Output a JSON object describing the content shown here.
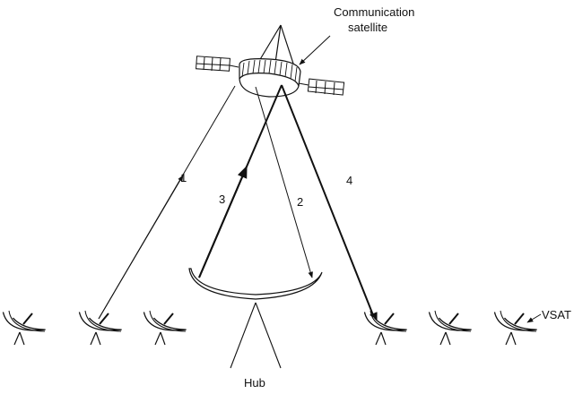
{
  "labels": {
    "satellite_line1": "Communication",
    "satellite_line2": "satellite",
    "hub": "Hub",
    "vsat": "VSAT",
    "link1": "1",
    "link2": "2",
    "link3": "3",
    "link4": "4"
  },
  "colors": {
    "ink": "#111111",
    "background": "#ffffff"
  }
}
